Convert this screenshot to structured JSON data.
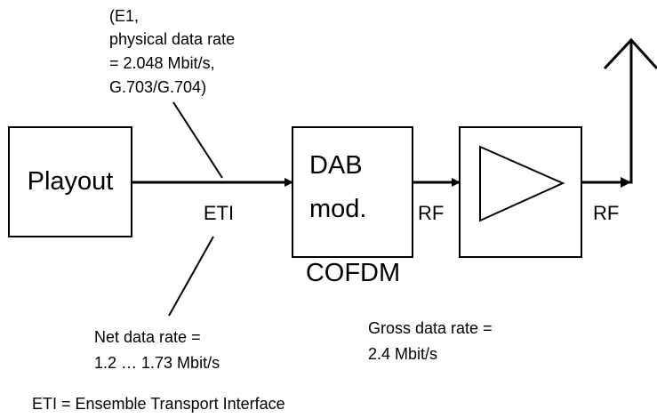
{
  "blocks": {
    "playout": "Playout",
    "dab_line1": "DAB",
    "dab_line2": "mod."
  },
  "signals": {
    "eti": "ETI",
    "rf_after_mod": "RF",
    "rf_after_amp": "RF"
  },
  "modulation": "COFDM",
  "notes": {
    "e1_lines": [
      "(E1,",
      "physical data rate",
      "= 2.048 Mbit/s,",
      "G.703/G.704)"
    ],
    "net_rate_lines": [
      "Net data rate =",
      "1.2 … 1.73 Mbit/s"
    ],
    "gross_rate_lines": [
      "Gross data rate =",
      "2.4 Mbit/s"
    ]
  },
  "legend": "ETI = Ensemble Transport Interface"
}
